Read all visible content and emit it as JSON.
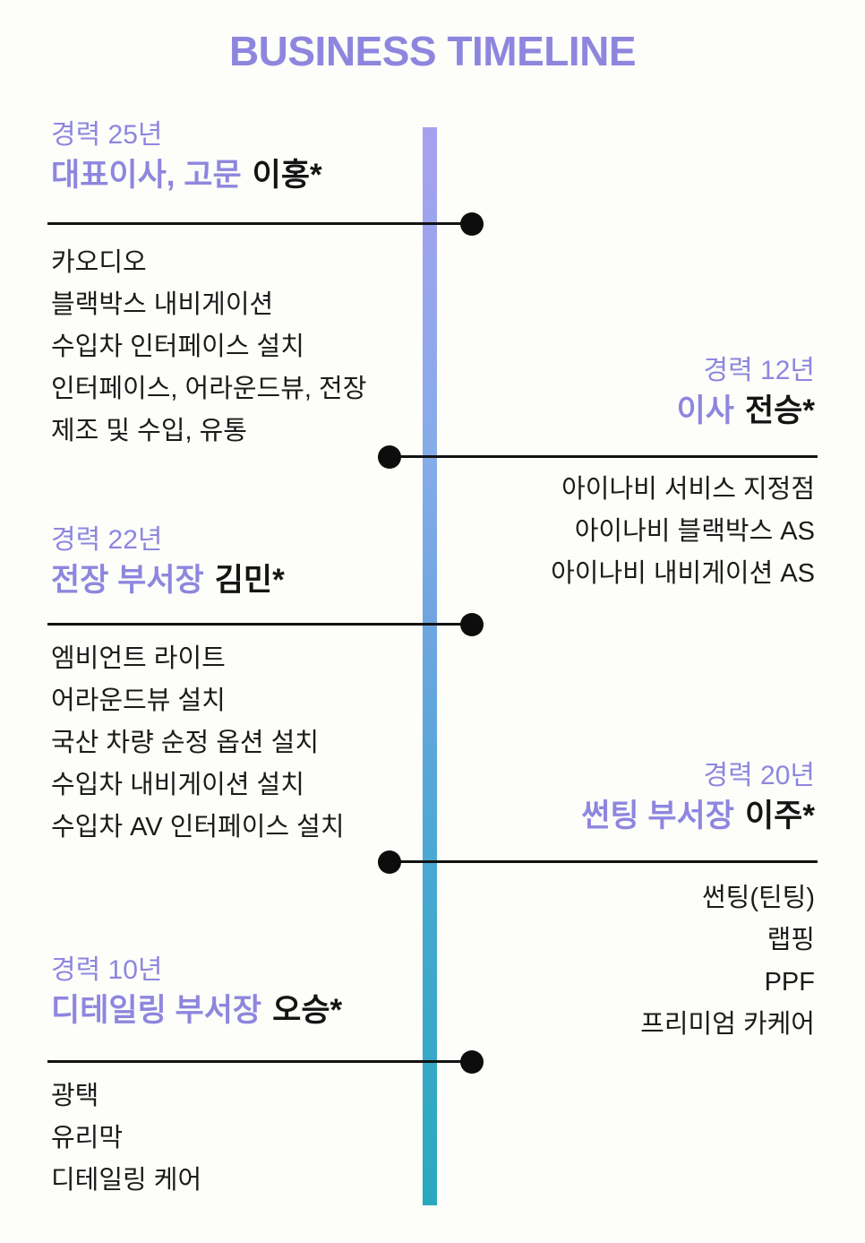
{
  "title": "BUSINESS TIMELINE",
  "colors": {
    "background": "#FDFDFA",
    "accent_purple": "#8E86DE",
    "text_black": "#141414",
    "connector_black": "#121212",
    "bar_gradient_top": "#A8A0EF",
    "bar_gradient_mid": "#6FA5E0",
    "bar_gradient_bottom": "#29A9BD"
  },
  "entries": [
    {
      "side": "left",
      "years": "경력 25년",
      "role": "대표이사, 고문",
      "name": "이홍*",
      "items": [
        "카오디오",
        "블랙박스 내비게이션",
        "수입차 인터페이스 설치",
        "인터페이스, 어라운드뷰, 전장",
        "제조 및 수입, 유통"
      ]
    },
    {
      "side": "right",
      "years": "경력 12년",
      "role": "이사",
      "name": "전승*",
      "items": [
        "아이나비 서비스 지정점",
        "아이나비 블랙박스 AS",
        "아이나비 내비게이션 AS"
      ]
    },
    {
      "side": "left",
      "years": "경력 22년",
      "role": "전장 부서장",
      "name": "김민*",
      "items": [
        "엠비언트 라이트",
        "어라운드뷰 설치",
        "국산 차량 순정 옵션 설치",
        "수입차 내비게이션 설치",
        "수입차 AV 인터페이스 설치"
      ]
    },
    {
      "side": "right",
      "years": "경력 20년",
      "role": "썬팅 부서장",
      "name": "이주*",
      "items": [
        "썬팅(틴팅)",
        "랩핑",
        "PPF",
        "프리미엄 카케어"
      ]
    },
    {
      "side": "left",
      "years": "경력 10년",
      "role": "디테일링 부서장",
      "name": "오승*",
      "items": [
        "광택",
        "유리막",
        "디테일링 케어"
      ]
    }
  ]
}
